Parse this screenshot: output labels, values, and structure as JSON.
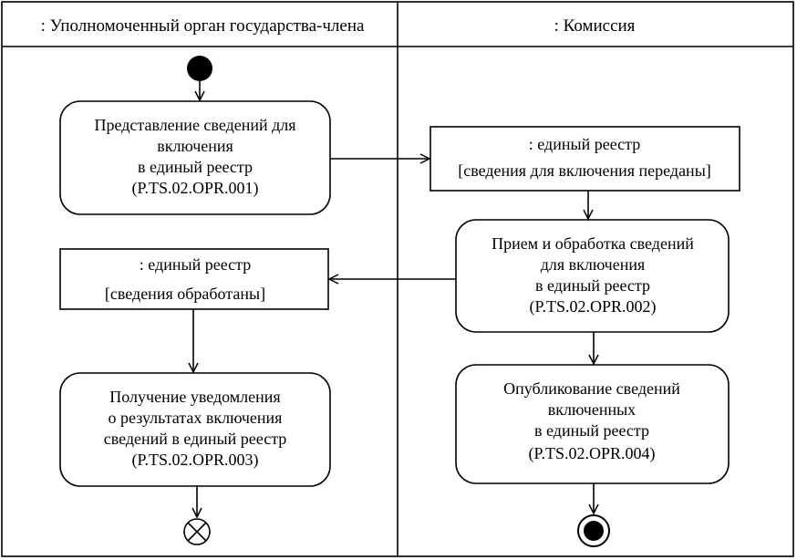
{
  "lanes": {
    "left": {
      "title": ": Уполномоченный орган государства-члена"
    },
    "right": {
      "title": ": Комиссия"
    }
  },
  "activities": {
    "submit": {
      "lines": [
        "Представление сведений для",
        "включения",
        "в единый реестр",
        "(P.TS.02.OPR.001)"
      ]
    },
    "receive": {
      "lines": [
        "Прием и обработка сведений",
        "для включения",
        "в единый реестр",
        "(P.TS.02.OPR.002)"
      ]
    },
    "notify": {
      "lines": [
        "Получение уведомления",
        "о результатах включения",
        "сведений в единый реестр",
        "(P.TS.02.OPR.003)"
      ]
    },
    "publish": {
      "lines": [
        "Опубликование сведений",
        "включенных",
        "в единый реестр",
        "(P.TS.02.OPR.004)"
      ]
    }
  },
  "objects": {
    "registry_sent": {
      "name": ": единый реестр",
      "state": "[сведения для включения переданы]"
    },
    "registry_processed": {
      "name": ": единый реестр",
      "state": "[сведения обработаны]"
    }
  }
}
